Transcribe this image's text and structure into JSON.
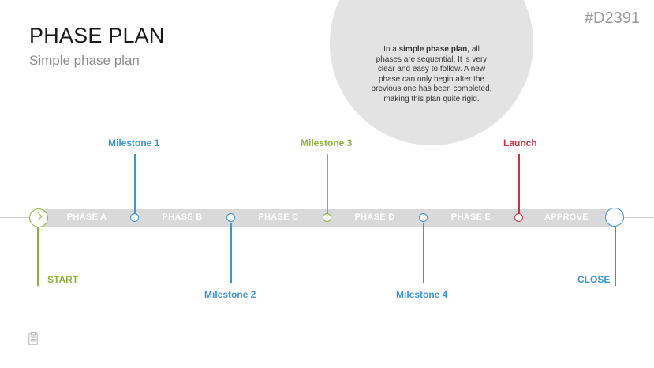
{
  "title": "PHASE PLAN",
  "subtitle": "Simple phase plan",
  "code": "#D2391",
  "callout": {
    "prefix": "In a ",
    "bold": "simple phase plan,",
    "rest": " all phases are sequential. It is very clear and easy to follow. A new phase can only begin after the previous one has been completed, making this plan quite rigid."
  },
  "phases": [
    "PHASE A",
    "PHASE B",
    "PHASE C",
    "PHASE D",
    "PHASE E",
    "APPROVE"
  ],
  "milestones": {
    "m1": "Milestone 1",
    "m2": "Milestone 2",
    "m3": "Milestone 3",
    "m4": "Milestone 4",
    "launch": "Launch",
    "start": "START",
    "close": "CLOSE"
  },
  "colors": {
    "green": "#8db33c",
    "blue": "#3d95cf",
    "red": "#c7343f",
    "band": "#d9d9d9",
    "bubble": "#e3e3e3"
  },
  "icons": {
    "start": "chevron-right-icon",
    "footer": "clipboard-icon"
  }
}
